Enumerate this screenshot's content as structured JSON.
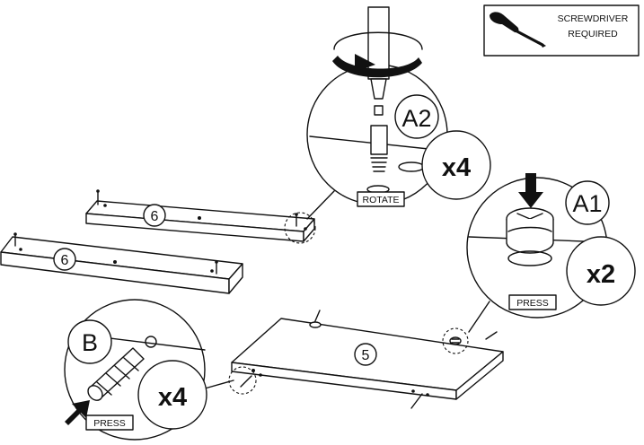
{
  "notice": {
    "line1": "SCREWDRIVER",
    "line2": "REQUIRED",
    "icon": "screwdriver-icon"
  },
  "step_a2": {
    "label": "A2",
    "quantity": "x4",
    "action": "ROTATE"
  },
  "step_a1": {
    "label": "A1",
    "quantity": "x2",
    "action": "PRESS"
  },
  "step_b": {
    "label": "B",
    "quantity": "x4",
    "action": "PRESS"
  },
  "parts": {
    "panel_6": "6",
    "panel_5": "5"
  },
  "colors": {
    "ink": "#111111",
    "paper": "#ffffff"
  }
}
